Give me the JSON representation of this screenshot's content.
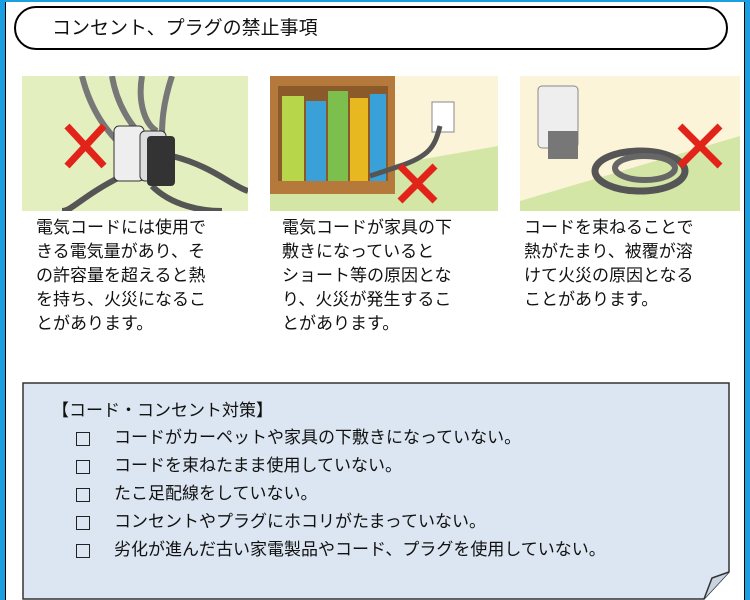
{
  "title": "コンセント、プラグの禁止事項",
  "cards": [
    {
      "illustration": "octopus-wiring-x",
      "text": [
        "電気コードには使用で",
        "きる電気量があり、そ",
        "の許容量を超えると熱",
        "を持ち、火災になるこ",
        "とがあります。"
      ]
    },
    {
      "illustration": "cord-under-furniture-x",
      "text": [
        "電気コードが家具の下",
        "敷きになっていると",
        "ショート等の原因とな",
        "り、火災が発生するこ",
        "とがあります。"
      ]
    },
    {
      "illustration": "bundled-cord-x",
      "text": [
        "コードを束ねることで",
        "熱がたまり、被覆が溶",
        "けて火災の原因となる",
        "ことがあります。"
      ]
    }
  ],
  "checklist": {
    "title": "【コード・コンセント対策】",
    "items": [
      "コードがカーペットや家具の下敷きになっていない。",
      "コードを束ねたまま使用していない。",
      "たこ足配線をしていない。",
      "コンセントやプラグにホコリがたまっていない。",
      "劣化が進んだ古い家電製品やコード、プラグを使用していない。"
    ]
  },
  "colors": {
    "frame": "#1aa0e0",
    "note_bg": "#dce6f2",
    "x_mark": "#e2231a"
  }
}
